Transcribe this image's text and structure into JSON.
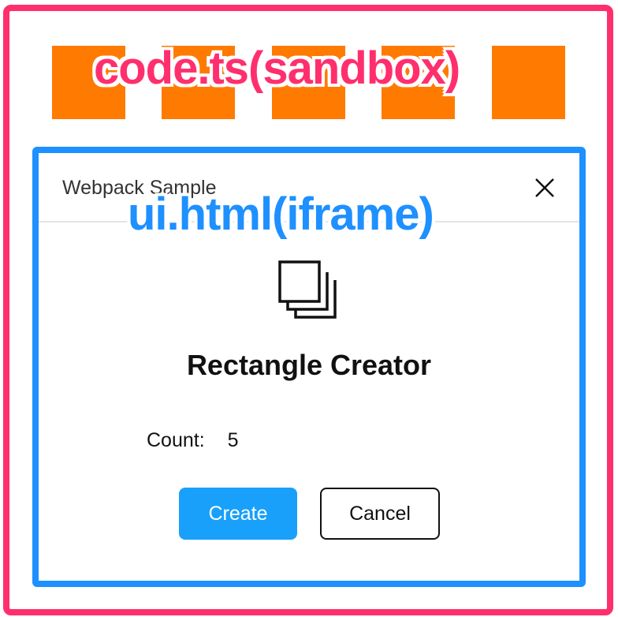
{
  "labels": {
    "sandbox": "code.ts(sandbox)",
    "iframe": "ui.html(iframe)"
  },
  "plugin": {
    "title": "Webpack Sample",
    "heading": "Rectangle Creator",
    "count_label": "Count:",
    "count_value": "5",
    "create_label": "Create",
    "cancel_label": "Cancel"
  },
  "colors": {
    "sandbox_frame": "#ff2f6d",
    "iframe_frame": "#1e90ff",
    "rectangles": "#ff7a00",
    "primary_button": "#18a0fb"
  },
  "icons": {
    "close": "close-icon",
    "layers": "layers-icon"
  },
  "sandbox_rectangles": 5
}
